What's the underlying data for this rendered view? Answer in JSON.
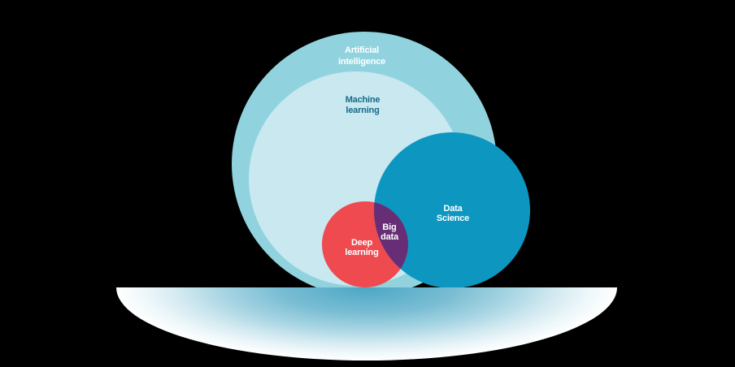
{
  "diagram": {
    "title": "AI / Machine Learning / Deep Learning / Data Science / Big Data relationship diagram",
    "background_color": "#000000",
    "sets": [
      {
        "id": "artificial-intelligence",
        "label_lines": [
          "Artificial",
          "intelligence"
        ],
        "fill_color": "#90d3de",
        "text_color": "#ffffff",
        "relation": "outermost set"
      },
      {
        "id": "machine-learning",
        "label_lines": [
          "Machine",
          "learning"
        ],
        "fill_color": "#c9e8ef",
        "text_color": "#15698a",
        "relation": "subset of artificial-intelligence"
      },
      {
        "id": "data-science",
        "label_lines": [
          "Data",
          "Science"
        ],
        "fill_color": "#0d97c0",
        "text_color": "#ffffff",
        "relation": "partially overlaps artificial-intelligence and machine-learning"
      },
      {
        "id": "deep-learning",
        "label_lines": [
          "Deep",
          "learning"
        ],
        "fill_color": "#ee4a50",
        "text_color": "#ffffff",
        "relation": "subset of machine-learning, overlaps data-science"
      },
      {
        "id": "big-data",
        "label_lines": [
          "Big",
          "data"
        ],
        "fill_color": "#672e76",
        "text_color": "#ffffff",
        "relation": "intersection of deep-learning and data-science"
      }
    ],
    "reflection": {
      "description": "soft elliptical reflection below the circles",
      "gradient_colors": [
        "#4ba7c5",
        "#79bdd3",
        "#a8d5e3",
        "#d4eaf1",
        "#eef7fa",
        "#ffffff"
      ]
    }
  }
}
